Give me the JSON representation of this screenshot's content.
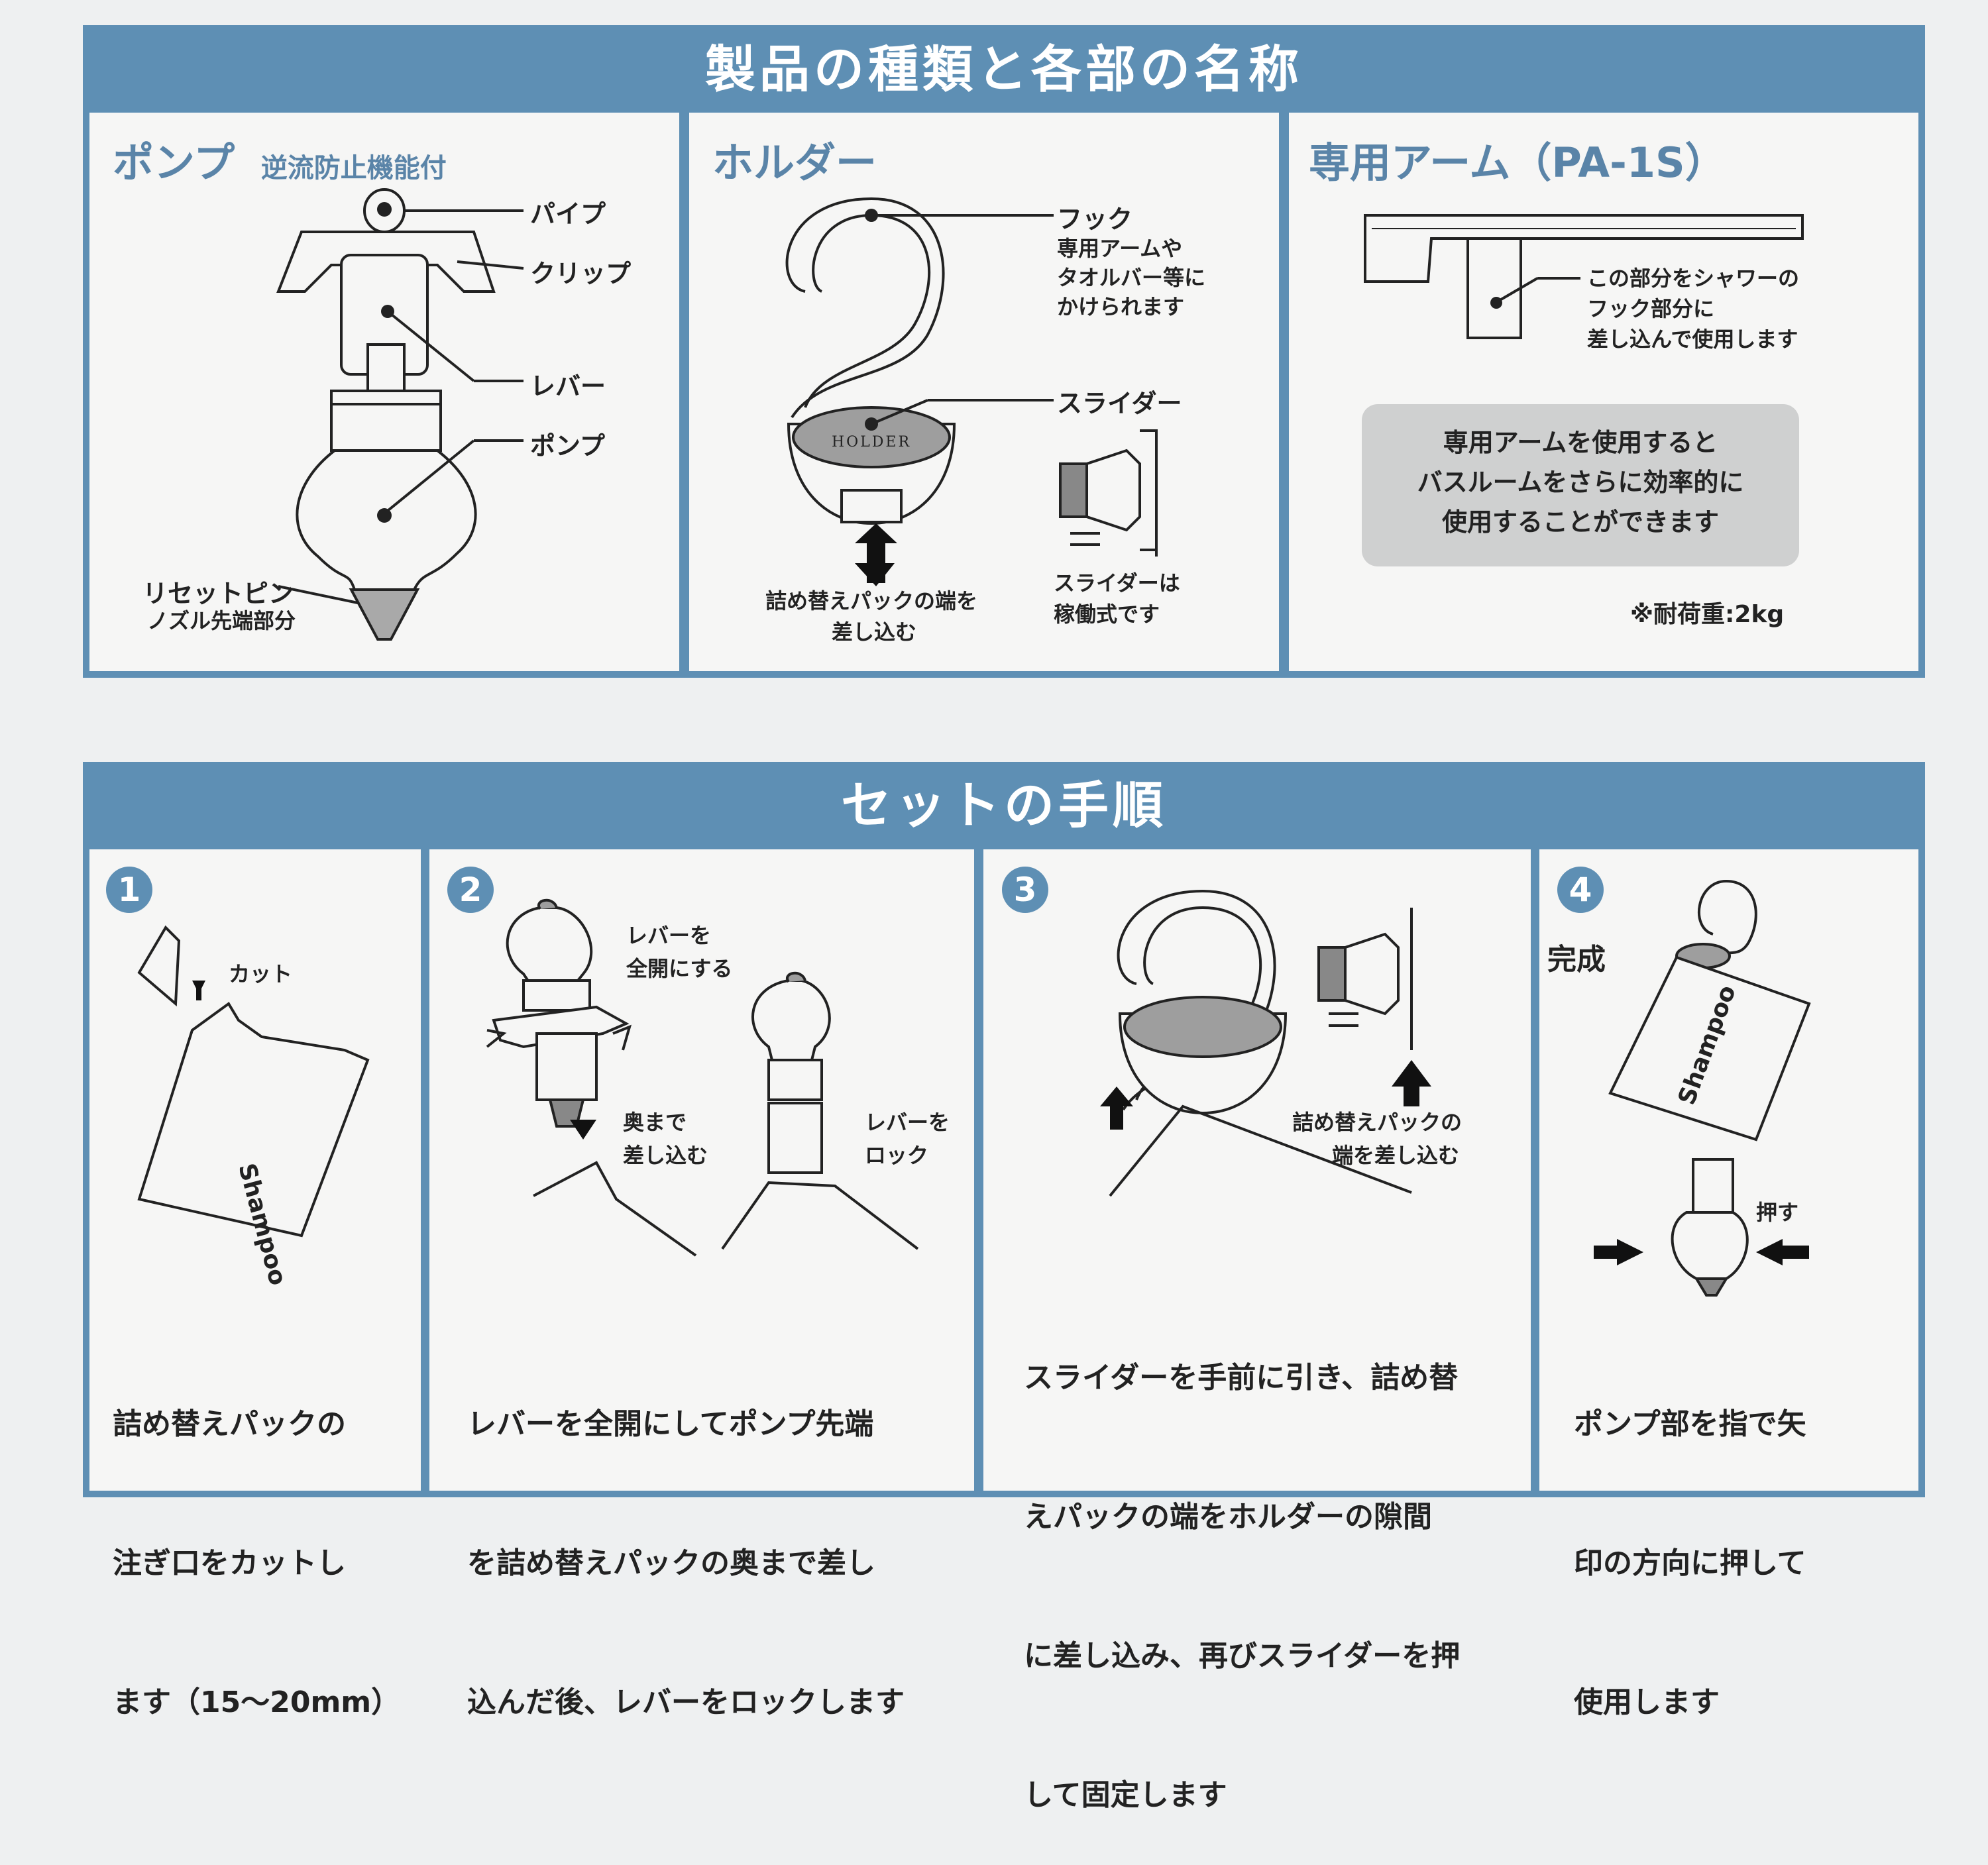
{
  "section1": {
    "title": "製品の種類と各部の名称",
    "pump": {
      "title": "ポンプ",
      "subtitle": "逆流防止機能付",
      "labels": {
        "pipe": "パイプ",
        "clip": "クリップ",
        "lever": "レバー",
        "pump": "ポンプ",
        "reset_pin": "リセットピン",
        "reset_pin_note": "ノズル先端部分"
      }
    },
    "holder": {
      "title": "ホルダー",
      "hook_label": "フック",
      "hook_note": [
        "専用アームや",
        "タオルバー等に",
        "かけられます"
      ],
      "slider_label": "スライダー",
      "holder_text": "HOLDER",
      "insert_note": [
        "詰め替えパックの端を",
        "差し込む"
      ],
      "slider_note": [
        "スライダーは",
        "稼働式です"
      ]
    },
    "arm": {
      "title": "専用アーム（PA-1S）",
      "note": [
        "この部分をシャワーの",
        "フック部分に",
        "差し込んで使用します"
      ],
      "box": [
        "専用アームを使用すると",
        "バスルームをさらに効率的に",
        "使用することができます"
      ],
      "load": "※耐荷重:2kg"
    }
  },
  "section2": {
    "title": "セットの手順",
    "steps": [
      {
        "num": "1",
        "cut_label": "カット",
        "bag_text": "Shampoo",
        "desc": [
          "詰め替えパックの",
          "注ぎ口をカットし",
          "ます（15～20mm）"
        ]
      },
      {
        "num": "2",
        "lever_open": [
          "レバーを",
          "全開にする"
        ],
        "insert": [
          "奥まで",
          "差し込む"
        ],
        "lock": [
          "レバーを",
          "ロック"
        ],
        "desc": [
          "レバーを全開にしてポンプ先端",
          "を詰め替えパックの奥まで差し",
          "込んだ後、レバーをロックします"
        ]
      },
      {
        "num": "3",
        "insert_note": [
          "詰め替えパックの",
          "端を差し込む"
        ],
        "desc": [
          "スライダーを手前に引き、詰め替",
          "えパックの端をホルダーの隙間",
          "に差し込み、再びスライダーを押",
          "して固定します"
        ]
      },
      {
        "num": "4",
        "done": "完成",
        "bag_text": "Shampoo",
        "push": "押す",
        "desc": [
          "ポンプ部を指で矢",
          "印の方向に押して",
          "使用します"
        ]
      }
    ]
  },
  "colors": {
    "frame": "#5e8fb4",
    "accent_text": "#5a84a8",
    "panel": "#f6f6f5",
    "gray_box": "#cfd0d0"
  }
}
